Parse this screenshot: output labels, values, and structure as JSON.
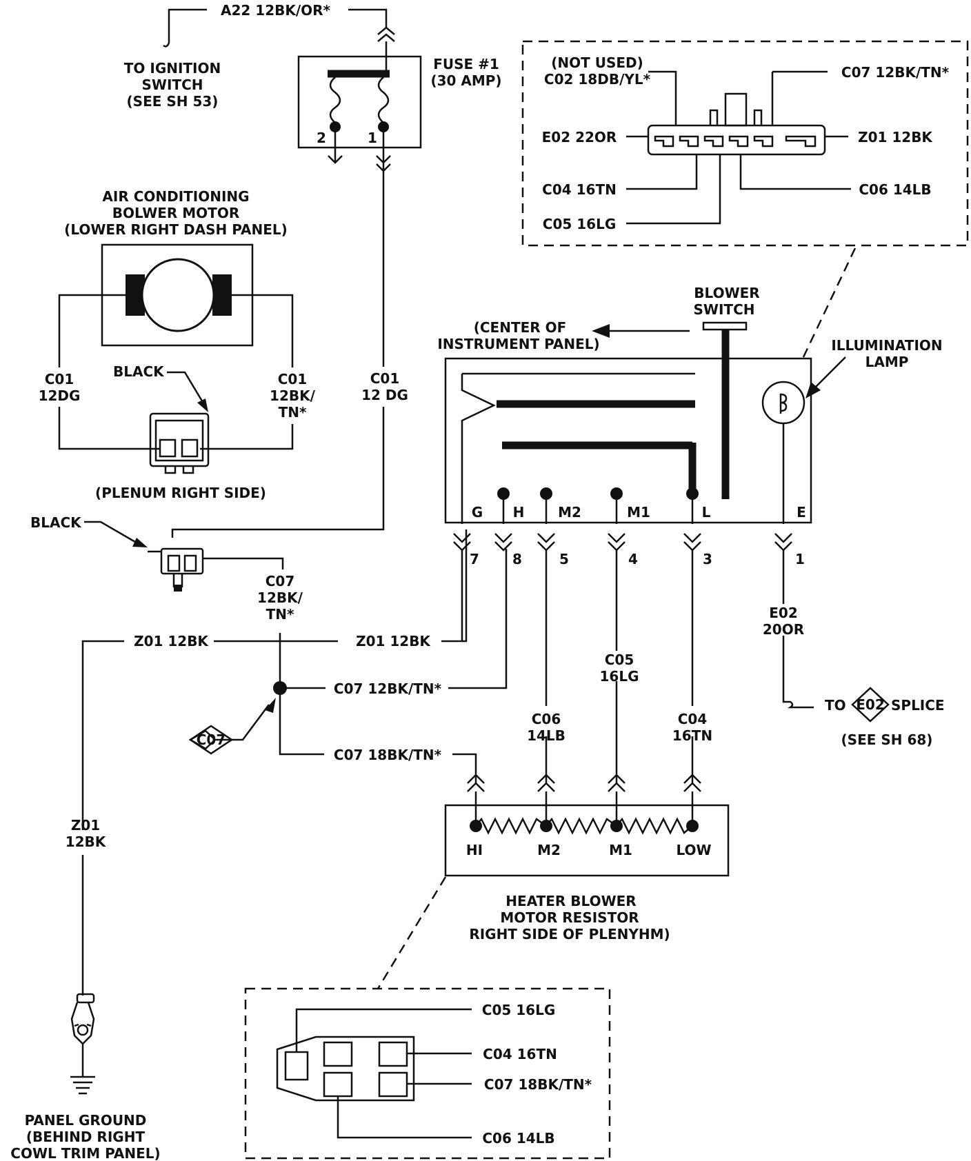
{
  "ignition": {
    "wire": "A22 12BK/OR*",
    "line1": "TO IGNITION",
    "line2": "SWITCH",
    "line3": "(SEE SH 53)"
  },
  "fuse": {
    "line1": "FUSE #1",
    "line2": "(30 AMP)",
    "pin2": "2",
    "pin1": "1"
  },
  "ac_motor": {
    "line1": "AIR CONDITIONING",
    "line2": "BOLWER MOTOR",
    "line3": "(LOWER RIGHT DASH PANEL)"
  },
  "motor_wires": {
    "left_code": "C01",
    "left_gauge": "12DG",
    "right_code": "C01",
    "right_gauge": "12BK/",
    "right_color": "TN*",
    "black_label": "BLACK",
    "plenum": "(PLENUM RIGHT SIDE)"
  },
  "feed_wire": {
    "code": "C01",
    "gauge": "12 DG"
  },
  "black_connector": {
    "label": "BLACK",
    "c07_code": "C07",
    "c07_gauge": "12BK/",
    "c07_color": "TN*"
  },
  "ground": {
    "z01_left": "Z01 12BK",
    "z01_mid": "Z01 12BK",
    "z01_vert_code": "Z01",
    "z01_vert_gauge": "12BK",
    "line1": "PANEL GROUND",
    "line2": "(BEHIND RIGHT",
    "line3": "COWL TRIM PANEL)"
  },
  "splice_c07": {
    "tag": "C07",
    "out_upper": "C07 12BK/TN*",
    "out_lower": "C07 18BK/TN*"
  },
  "switch_connector": {
    "not_used": "(NOT USED)",
    "c02": "C02 18DB/YL*",
    "c07": "C07 12BK/TN*",
    "e02": "E02 22OR",
    "z01": "Z01 12BK",
    "c04": "C04 16TN",
    "c06": "C06 14LB",
    "c05": "C05 16LG"
  },
  "blower_switch": {
    "label1": "BLOWER",
    "label2": "SWITCH",
    "center1": "(CENTER OF",
    "center2": "INSTRUMENT PANEL)",
    "lamp1": "ILLUMINATION",
    "lamp2": "LAMP",
    "terminals": [
      "G",
      "H",
      "M2",
      "M1",
      "L",
      "E"
    ],
    "pins": [
      "7",
      "8",
      "5",
      "4",
      "3",
      "1"
    ]
  },
  "switch_wires": {
    "z01": "Z01 12BK",
    "c05_code": "C05",
    "c05_gauge": "16LG",
    "c06_code": "C06",
    "c06_gauge": "14LB",
    "c04_code": "C04",
    "c04_gauge": "16TN",
    "e02_code": "E02",
    "e02_gauge": "20OR",
    "to": "TO",
    "splice_tag": "E02",
    "splice": "SPLICE",
    "see": "(SEE SH 68)"
  },
  "resistor": {
    "taps": [
      "HI",
      "M2",
      "M1",
      "LOW"
    ],
    "line1": "HEATER BLOWER",
    "line2": "MOTOR RESISTOR",
    "line3": "RIGHT SIDE OF PLENYHM)"
  },
  "resistor_connector": {
    "c05": "C05 16LG",
    "c04": "C04 16TN",
    "c07": "C07 18BK/TN*",
    "c06": "C06 14LB"
  }
}
